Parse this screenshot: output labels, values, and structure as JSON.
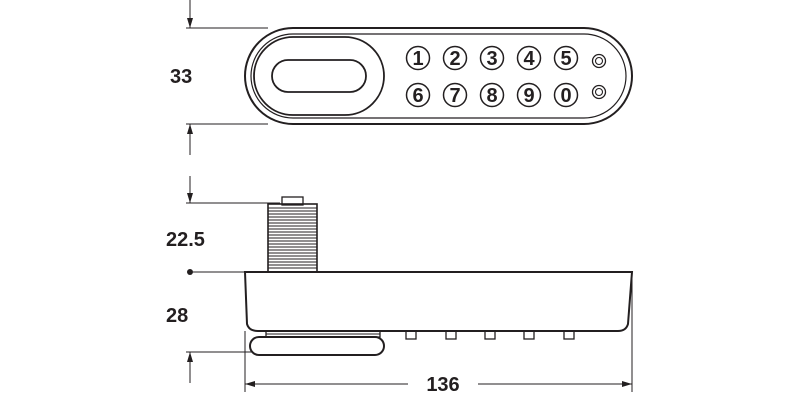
{
  "dimensions": {
    "front_height": "33",
    "spindle_height": "22.5",
    "body_depth": "28",
    "overall_width": "136"
  },
  "keypad": {
    "top_row": [
      "1",
      "2",
      "3",
      "4",
      "5"
    ],
    "bottom_row": [
      "6",
      "7",
      "8",
      "9",
      "0"
    ]
  },
  "colors": {
    "line": "#231f20",
    "background": "#ffffff"
  }
}
